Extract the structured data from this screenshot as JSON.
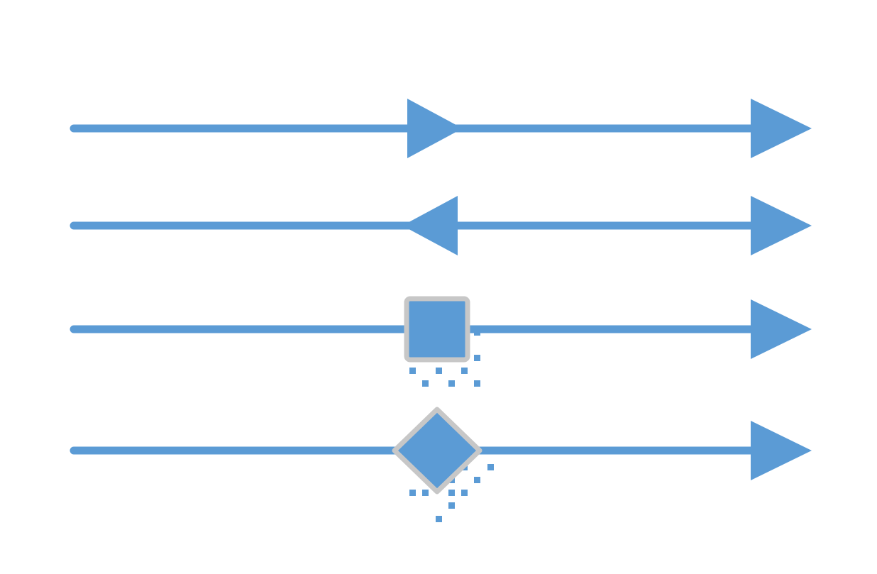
{
  "colors": {
    "line": "#5b9bd5",
    "marker_border": "#c7c7c7",
    "background": "#ffffff"
  },
  "diagram": {
    "rows": [
      {
        "id": "row-1",
        "mid_marker": "arrow-right-icon",
        "end_marker": "arrow-right-icon"
      },
      {
        "id": "row-2",
        "mid_marker": "arrow-left-icon",
        "end_marker": "arrow-right-icon"
      },
      {
        "id": "row-3",
        "mid_marker": "square-node-icon",
        "end_marker": "arrow-right-icon",
        "dots": true
      },
      {
        "id": "row-4",
        "mid_marker": "diamond-node-icon",
        "end_marker": "arrow-right-icon",
        "dots": true
      }
    ]
  }
}
